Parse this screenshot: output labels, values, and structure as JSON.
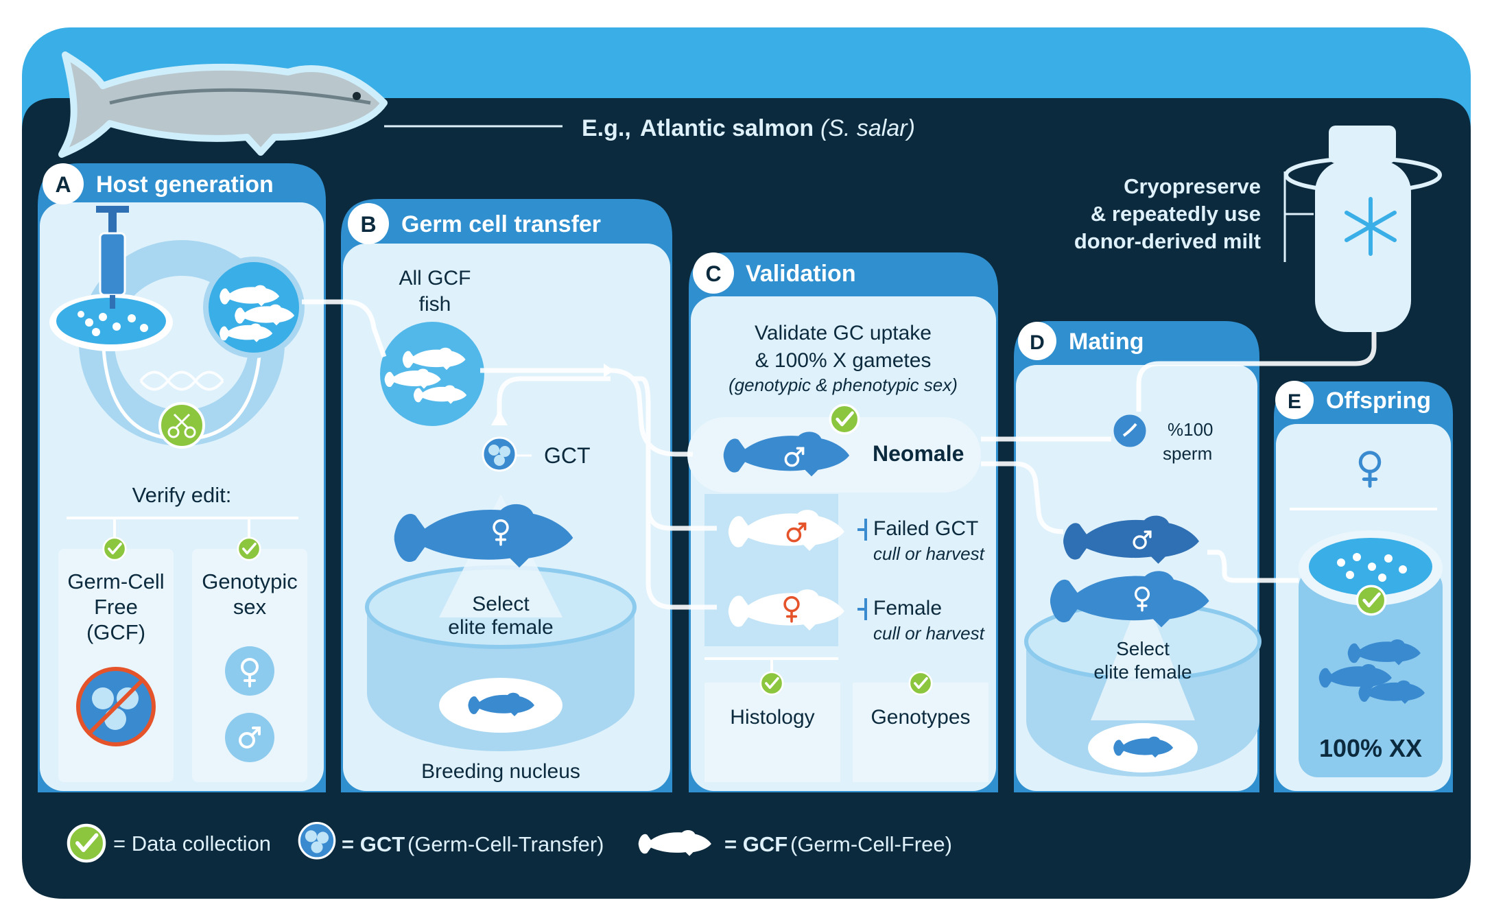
{
  "header": {
    "example_prefix": "E.g.,",
    "species": "Atlantic salmon",
    "species_latin": "(S. salar)"
  },
  "cryo": {
    "line1": "Cryopreserve",
    "line2": "& repeatedly use",
    "line3": "donor-derived milt"
  },
  "panels": {
    "a": {
      "letter": "A",
      "title": "Host generation",
      "verify_label": "Verify edit:",
      "gcf_box": [
        "Germ-Cell",
        "Free",
        "(GCF)"
      ],
      "sex_box": [
        "Genotypic",
        "sex"
      ]
    },
    "b": {
      "letter": "B",
      "title": "Germ cell transfer",
      "all_gcf": [
        "All GCF",
        "fish"
      ],
      "gct": "GCT",
      "select_female": [
        "Select",
        "elite female"
      ],
      "breeding_nucleus": "Breeding nucleus"
    },
    "c": {
      "letter": "C",
      "title": "Validation",
      "validate_line1": "Validate GC uptake",
      "validate_line2": "& 100% X gametes",
      "validate_note": "(genotypic & phenotypic sex)",
      "neomale": "Neomale",
      "failed_gct": "Failed GCT",
      "failed_note": "cull or harvest",
      "female": "Female",
      "female_note": "cull or harvest",
      "histology": "Histology",
      "genotypes": "Genotypes"
    },
    "d": {
      "letter": "D",
      "title": "Mating",
      "sperm_pct": "%100",
      "sperm": "sperm",
      "select_female": [
        "Select",
        "elite female"
      ]
    },
    "e": {
      "letter": "E",
      "title": "Offspring",
      "result": "100% XX"
    }
  },
  "legend": {
    "data_collection": "= Data collection",
    "gct_abbr": "= GCT",
    "gct_full": "(Germ-Cell-Transfer)",
    "gcf_abbr": "= GCF",
    "gcf_full": "(Germ-Cell-Free)"
  },
  "colors": {
    "navy": "#0c2a3d",
    "sky": "#3aaee6",
    "panel_light": "#dff1fb",
    "header_blue": "#2f8fcf",
    "fish_blue": "#3a8ad0",
    "check_green": "#8cc63f",
    "male_red": "#e5532b"
  }
}
